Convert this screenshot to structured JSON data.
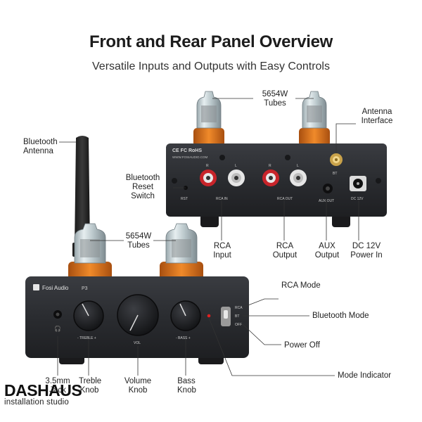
{
  "header": {
    "title": "Front and Rear Panel Overview",
    "subtitle": "Versatile Inputs and Outputs with Easy Controls"
  },
  "rear_panel": {
    "callouts": {
      "tubes": [
        "5654W",
        "Tubes"
      ],
      "antenna_interface": [
        "Antenna",
        "Interface"
      ],
      "bluetooth_reset": [
        "Bluetooth",
        "Reset",
        "Switch"
      ],
      "rca_input": [
        "RCA",
        "Input"
      ],
      "rca_output": [
        "RCA",
        "Output"
      ],
      "aux_output": [
        "AUX",
        "Output"
      ],
      "dc_power": [
        "DC 12V",
        "Power In"
      ]
    },
    "printed": {
      "cert": "CE FC RoHS",
      "website": "WWW.FOSIAUDIO.COM",
      "r1": "R",
      "l1": "L",
      "r2": "R",
      "l2": "L",
      "rst": "RST",
      "rca_in": "RCA IN",
      "rca_out": "RCA OUT",
      "aux_out": "AUX OUT",
      "dc": "DC 12V",
      "bt": "BT"
    }
  },
  "front_panel": {
    "callouts": {
      "bluetooth_antenna": [
        "Bluetooth",
        "Antenna"
      ],
      "tubes": [
        "5654W",
        "Tubes"
      ],
      "rca_mode": "RCA Mode",
      "bluetooth_mode": "Bluetooth Mode",
      "power_off": "Power Off",
      "mode_indicator": "Mode Indicator",
      "jack": [
        "3.5mm",
        "Jack"
      ],
      "treble_knob": [
        "Treble",
        "Knob"
      ],
      "volume_knob": [
        "Volume",
        "Knob"
      ],
      "bass_knob": [
        "Bass",
        "Knob"
      ]
    },
    "printed": {
      "brand": "Fosi Audio",
      "model": "P3",
      "treble": "- TREBLE +",
      "vol": "VOL",
      "bass": "- BASS +",
      "rca": "RCA",
      "bt": "BT",
      "off": "OFF"
    }
  },
  "watermark": {
    "brand_a": "DAS",
    "brand_b": "HAUS",
    "tagline": "installation studio"
  },
  "colors": {
    "chassis": "#2b2d31",
    "tube_base": "#d9741c",
    "rca_red": "#c8242a",
    "rca_white": "#e8e8e8",
    "indicator": "#e02020"
  }
}
